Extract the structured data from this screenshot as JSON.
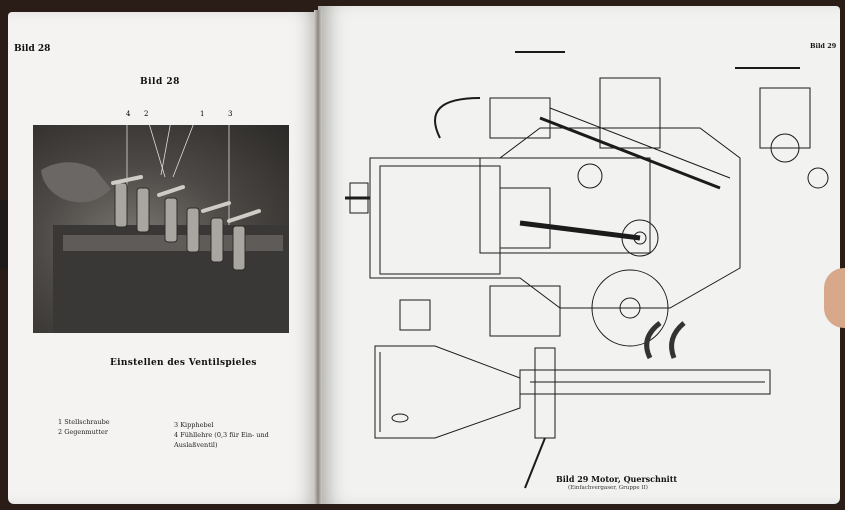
{
  "left_page": {
    "header": "Bild 28",
    "figure_title": "Bild 28",
    "callouts": [
      "4",
      "2",
      "1",
      "3"
    ],
    "caption": "Einstellen des Ventilspieles",
    "legend_col1": [
      "1 Stellschraube",
      "2 Gegenmutter"
    ],
    "legend_col2": [
      "3 Kipphebel",
      "4 Fühllehre (0,3 für Ein- und Auslaßventil)"
    ]
  },
  "right_page": {
    "header": "Bild 29",
    "caption": "Bild 29  Motor, Querschnitt",
    "subcaption": "(Einfachvergaser, Gruppe II)"
  }
}
